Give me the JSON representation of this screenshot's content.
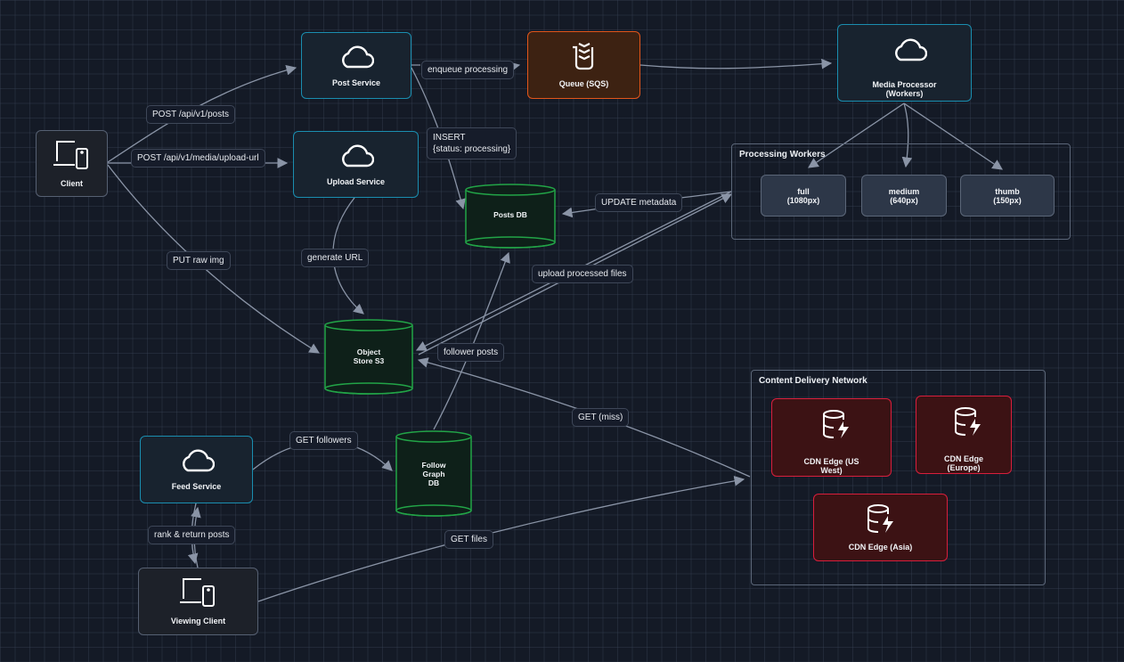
{
  "diagram": {
    "nodes": {
      "client": {
        "label": "Client",
        "icon": "devices-icon"
      },
      "post_service": {
        "label": "Post Service",
        "icon": "cloud-icon"
      },
      "upload_service": {
        "label": "Upload Service",
        "icon": "cloud-icon"
      },
      "queue": {
        "label": "Queue (SQS)",
        "icon": "queue-icon"
      },
      "media_processor": {
        "label": "Media Processor\n(Workers)",
        "icon": "cloud-icon"
      },
      "posts_db": {
        "label": "Posts DB"
      },
      "object_store": {
        "label": "Object\nStore S3"
      },
      "follow_graph_db": {
        "label": "Follow\nGraph\nDB"
      },
      "feed_service": {
        "label": "Feed Service",
        "icon": "cloud-icon"
      },
      "viewing_client": {
        "label": "Viewing Client",
        "icon": "devices-icon"
      }
    },
    "groups": {
      "processing_workers": {
        "title": "Processing Workers",
        "items": [
          {
            "label": "full\n(1080px)"
          },
          {
            "label": "medium\n(640px)"
          },
          {
            "label": "thumb\n(150px)"
          }
        ]
      },
      "cdn": {
        "title": "Content Delivery Network",
        "items": [
          {
            "label": "CDN Edge (US\nWest)",
            "icon": "cdn-database-icon"
          },
          {
            "label": "CDN Edge\n(Europe)",
            "icon": "cdn-database-icon"
          },
          {
            "label": "CDN Edge (Asia)",
            "icon": "cdn-database-icon"
          }
        ]
      }
    },
    "edges": [
      {
        "from": "client",
        "to": "post_service",
        "label": "POST /api/v1/posts"
      },
      {
        "from": "client",
        "to": "upload_service",
        "label": "POST /api/v1/media/upload-url"
      },
      {
        "from": "client",
        "to": "object_store",
        "label": "PUT raw img"
      },
      {
        "from": "upload_service",
        "to": "object_store",
        "label": "generate URL"
      },
      {
        "from": "post_service",
        "to": "queue",
        "label": "enqueue processing"
      },
      {
        "from": "post_service",
        "to": "posts_db",
        "label": "INSERT\n{status: processing}"
      },
      {
        "from": "queue",
        "to": "media_processor",
        "label": ""
      },
      {
        "from": "media_processor",
        "to": "full",
        "label": ""
      },
      {
        "from": "media_processor",
        "to": "medium",
        "label": ""
      },
      {
        "from": "media_processor",
        "to": "thumb",
        "label": ""
      },
      {
        "from": "processing_workers",
        "to": "posts_db",
        "label": "UPDATE metadata"
      },
      {
        "from": "processing_workers",
        "to": "object_store",
        "label": "upload processed files"
      },
      {
        "from": "follow_graph_db",
        "to": "posts_db",
        "label": "follower posts"
      },
      {
        "from": "cdn",
        "to": "object_store",
        "label": "GET (miss)"
      },
      {
        "from": "feed_service",
        "to": "follow_graph_db",
        "label": "GET followers"
      },
      {
        "from": "feed_service",
        "to": "viewing_client",
        "label": "rank & return posts"
      },
      {
        "from": "viewing_client",
        "to": "cdn",
        "label": "GET files"
      }
    ]
  },
  "colors": {
    "background": "#141a26",
    "service_border": "#1a8eb0",
    "queue_border": "#e2561b",
    "database_border": "#22a447",
    "cdn_border": "#d81e3c",
    "edge": "#8a94a6"
  }
}
